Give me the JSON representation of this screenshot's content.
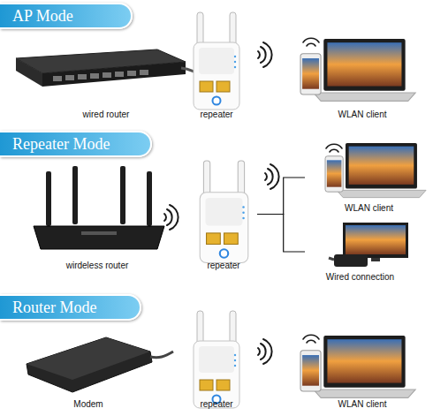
{
  "diagram": {
    "nodes": [
      {
        "text": [
          "AP Mode"
        ]
      },
      {
        "text": [
          "wired router"
        ]
      },
      {
        "text": [
          "repeater"
        ]
      },
      {
        "text": [
          "WLAN client"
        ]
      },
      {
        "text": [
          "Repeater Mode"
        ]
      },
      {
        "text": [
          "wirdeless router"
        ]
      },
      {
        "text": [
          "repeater"
        ]
      },
      {
        "text": [
          "WLAN client"
        ]
      },
      {
        "text": [
          "Wired connection"
        ]
      },
      {
        "text": [
          "Router Mode"
        ]
      },
      {
        "text": [
          "Modem"
        ]
      },
      {
        "text": [
          "repeater"
        ]
      },
      {
        "text": [
          "WLAN client"
        ]
      }
    ],
    "edges": [
      {
        "from": 6,
        "to": 7,
        "arrow": "none"
      },
      {
        "from": 6,
        "to": 8,
        "arrow": "none"
      }
    ]
  }
}
